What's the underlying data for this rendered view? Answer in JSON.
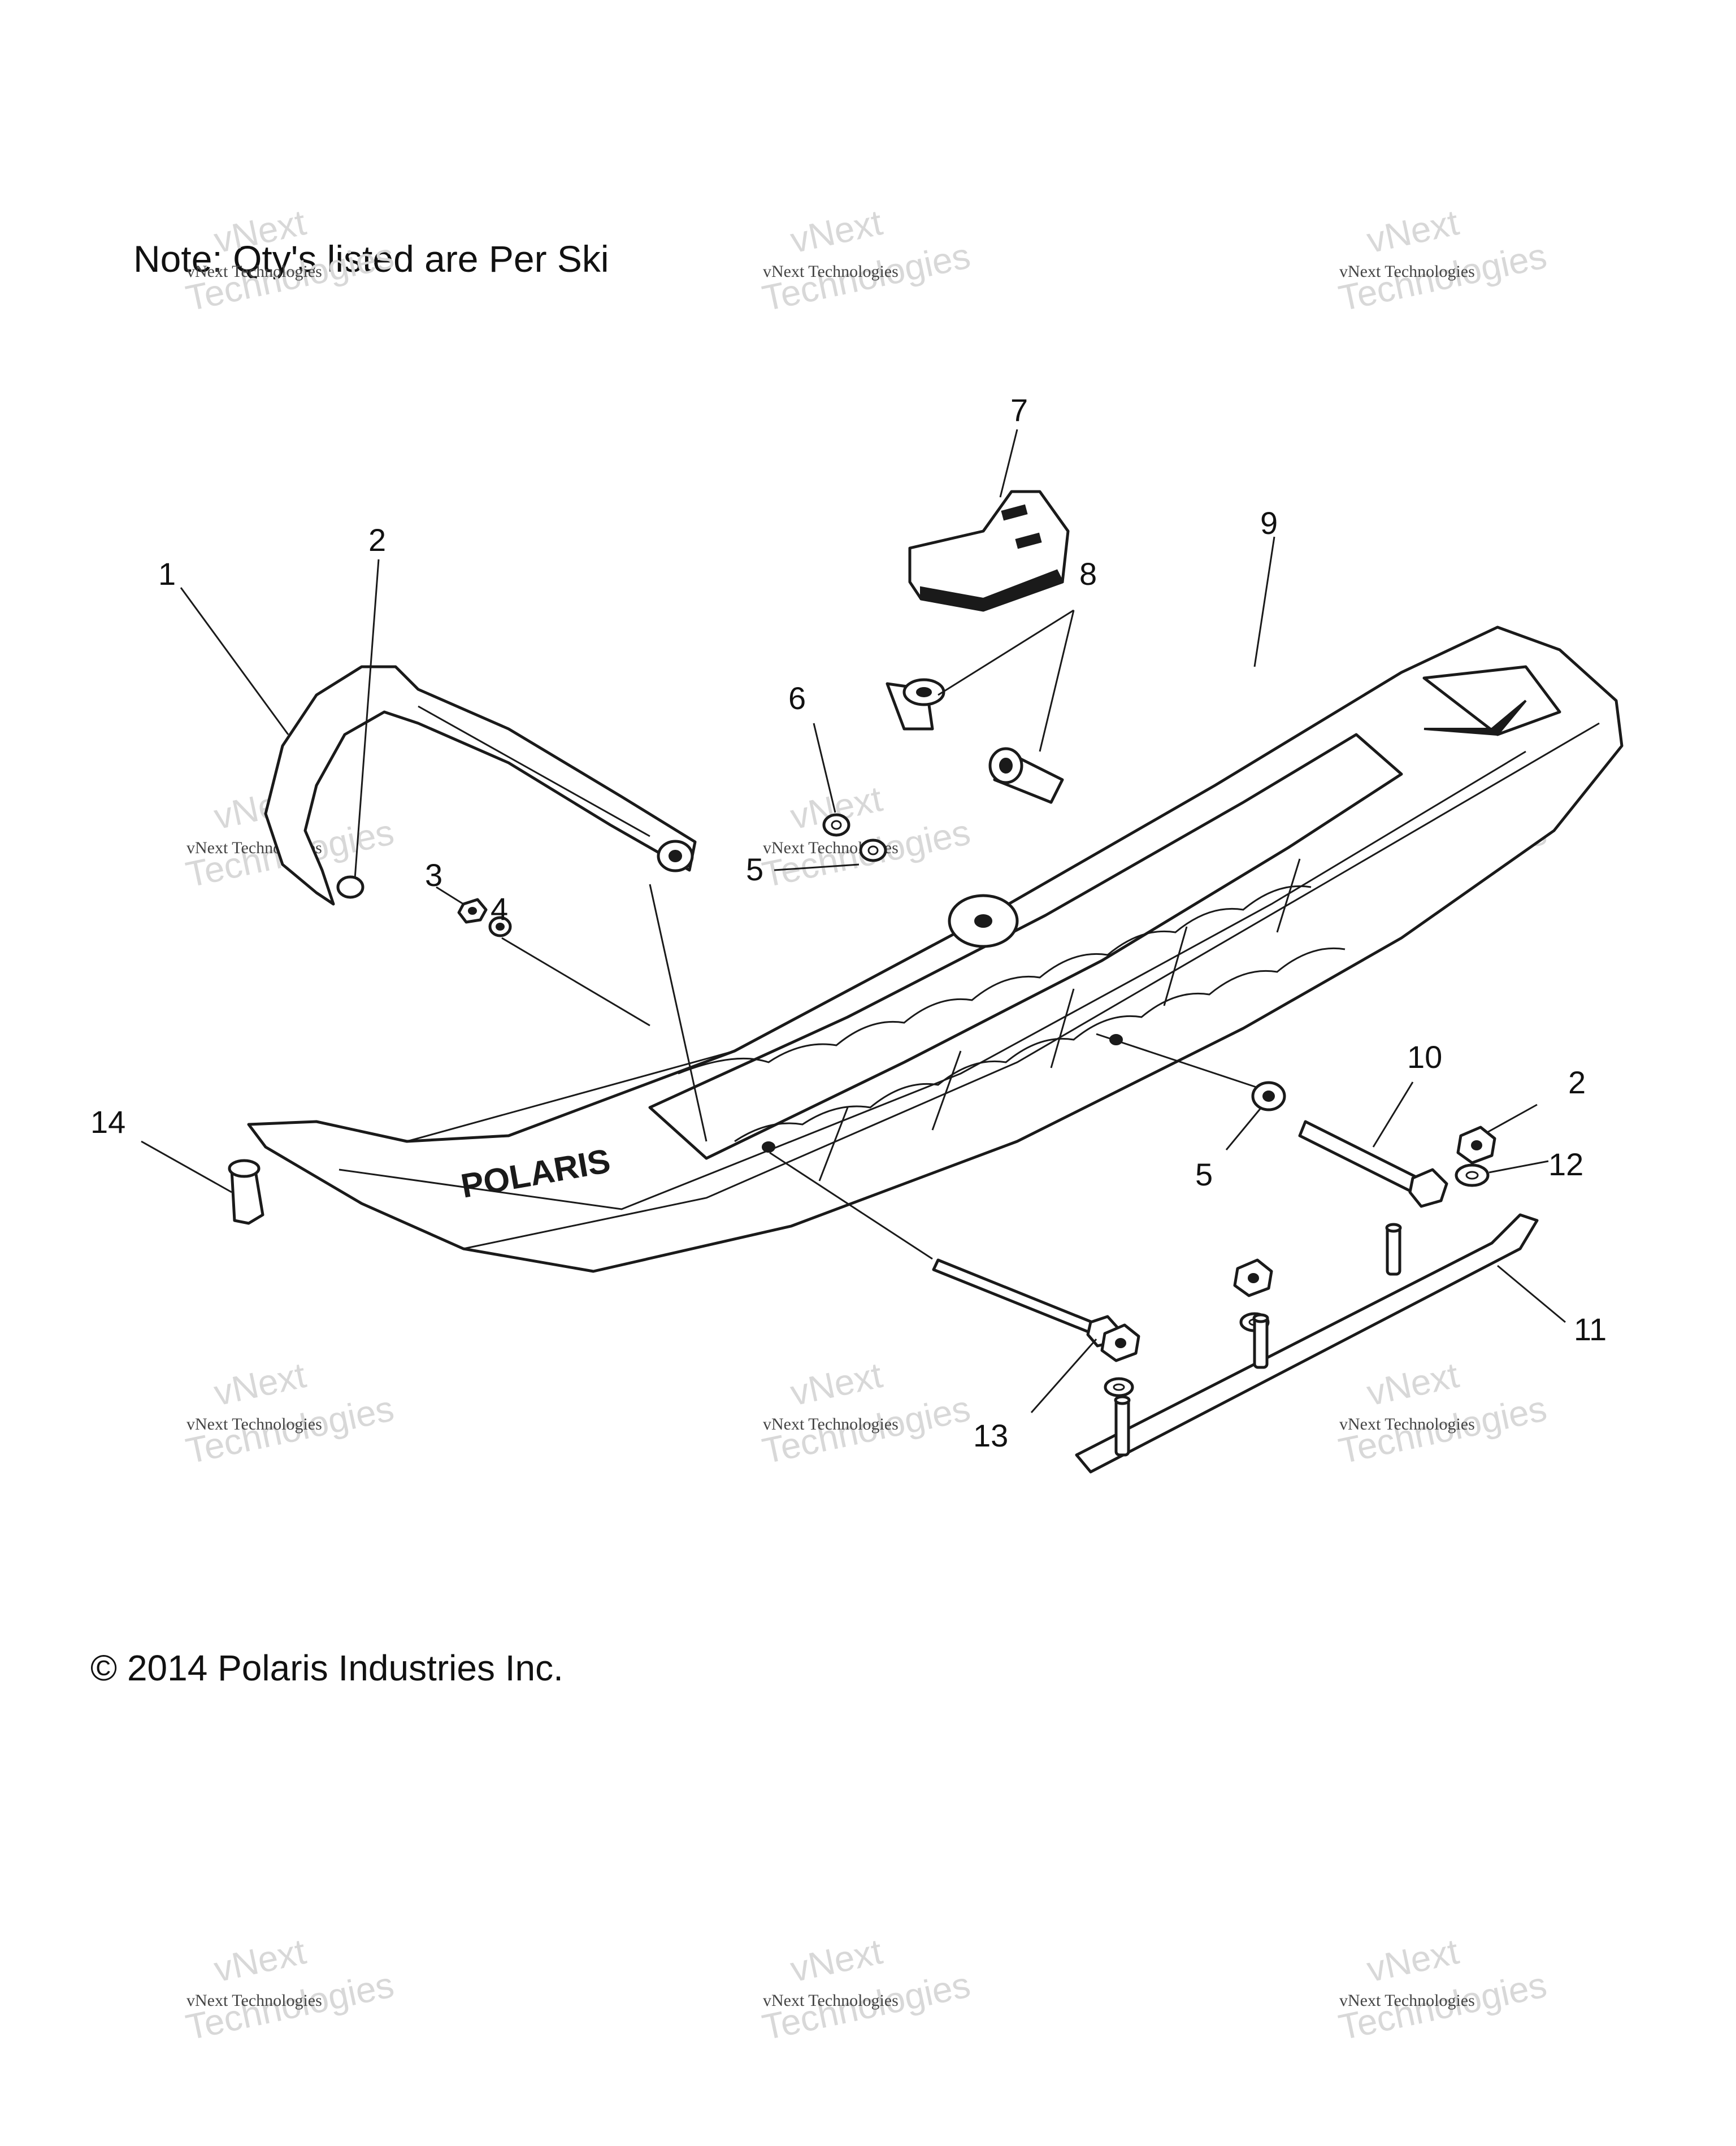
{
  "note": "Note: Qty's listed are Per Ski",
  "copyright": "© 2014 Polaris Industries Inc.",
  "watermark": {
    "line1": "vNext",
    "line2": "vNext Technologies",
    "line3": "Technologies"
  },
  "ski_brand": "POLARIS",
  "callouts": {
    "c1": "1",
    "c2a": "2",
    "c2b": "2",
    "c3": "3",
    "c4": "4",
    "c5a": "5",
    "c5b": "5",
    "c6": "6",
    "c7": "7",
    "c8": "8",
    "c9": "9",
    "c10": "10",
    "c11": "11",
    "c12": "12",
    "c13": "13",
    "c14": "14"
  }
}
